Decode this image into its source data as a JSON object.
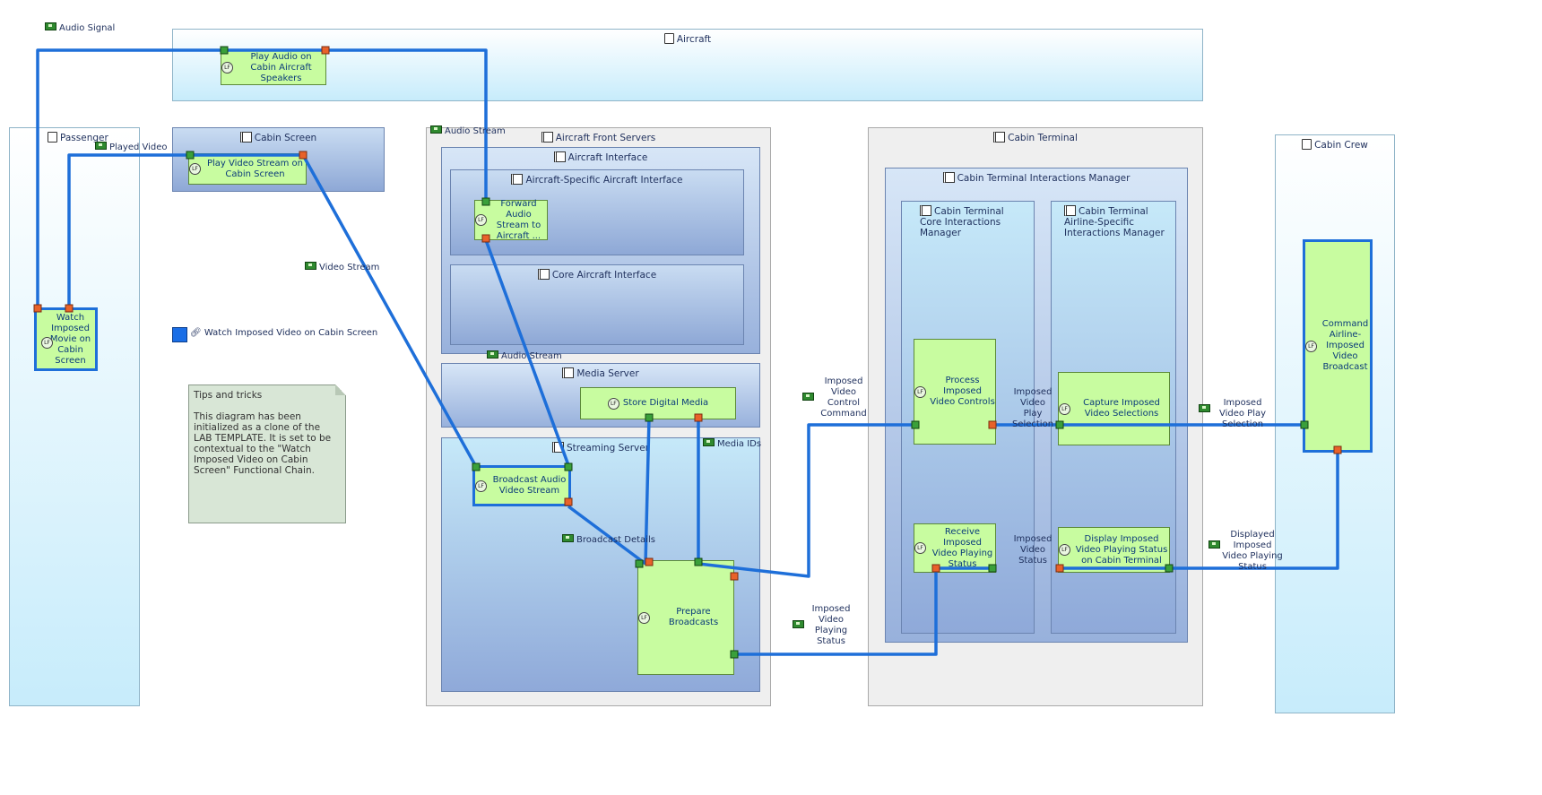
{
  "labels": {
    "audio_signal": "Audio Signal",
    "played_video": "Played Video",
    "video_stream": "Video Stream",
    "audio_stream_top": "Audio Stream",
    "audio_stream_mid": "Audio Stream",
    "media_ids": "Media IDs",
    "broadcast_details": "Broadcast Details",
    "imposed_video_control_command": "Imposed Video Control Command",
    "imposed_video_play_selection_mid": "Imposed Video Play Selection",
    "imposed_video_play_selection_right": "Imposed Video Play Selection",
    "imposed_video_status": "Imposed Video Status",
    "imposed_video_playing_status": "Imposed Video Playing Status",
    "displayed_imposed_video_playing_status": "Displayed Imposed Video Playing Status"
  },
  "containers": {
    "aircraft": "Aircraft",
    "passenger": "Passenger",
    "cabin_screen": "Cabin Screen",
    "aircraft_front_servers": "Aircraft Front Servers",
    "aircraft_interface": "Aircraft Interface",
    "aircraft_specific_interface": "Aircraft-Specific Aircraft Interface",
    "core_aircraft_interface": "Core Aircraft Interface",
    "media_server": "Media Server",
    "streaming_server": "Streaming Server",
    "cabin_terminal": "Cabin Terminal",
    "cabin_terminal_interactions_manager": "Cabin Terminal Interactions Manager",
    "core_interactions_manager": "Cabin Terminal Core Interactions Manager",
    "airline_specific_manager": "Cabin Terminal Airline-Specific Interactions Manager",
    "cabin_crew": "Cabin Crew"
  },
  "functions": {
    "play_audio": "Play Audio on Cabin Aircraft Speakers",
    "play_video_stream": "Play Video Stream on Cabin Screen",
    "watch_imposed_movie": "Watch Imposed Movie on Cabin Screen",
    "forward_audio": "Forward Audio Stream to Aircraft ...",
    "store_digital_media": "Store Digital Media",
    "broadcast_av": "Broadcast Audio Video Stream",
    "prepare_broadcasts": "Prepare Broadcasts",
    "process_imposed": "Process Imposed Video Controls",
    "capture_imposed": "Capture Imposed Video Selections",
    "receive_status": "Receive Imposed Video Playing Status",
    "display_status": "Display Imposed Video Playing Status on Cabin Terminal",
    "command_broadcast": "Command Airline-Imposed Video Broadcast"
  },
  "legend": {
    "chain": "Watch Imposed Video on Cabin Screen"
  },
  "note": {
    "title": "Tips and tricks",
    "body": "This diagram has been initialized as a clone of the LAB TEMPLATE. It is set to be contextual to the \"Watch Imposed  Video on Cabin Screen\" Functional Chain."
  },
  "colors": {
    "chain": "#1e6fd9",
    "function_fill": "#c8fca0"
  }
}
